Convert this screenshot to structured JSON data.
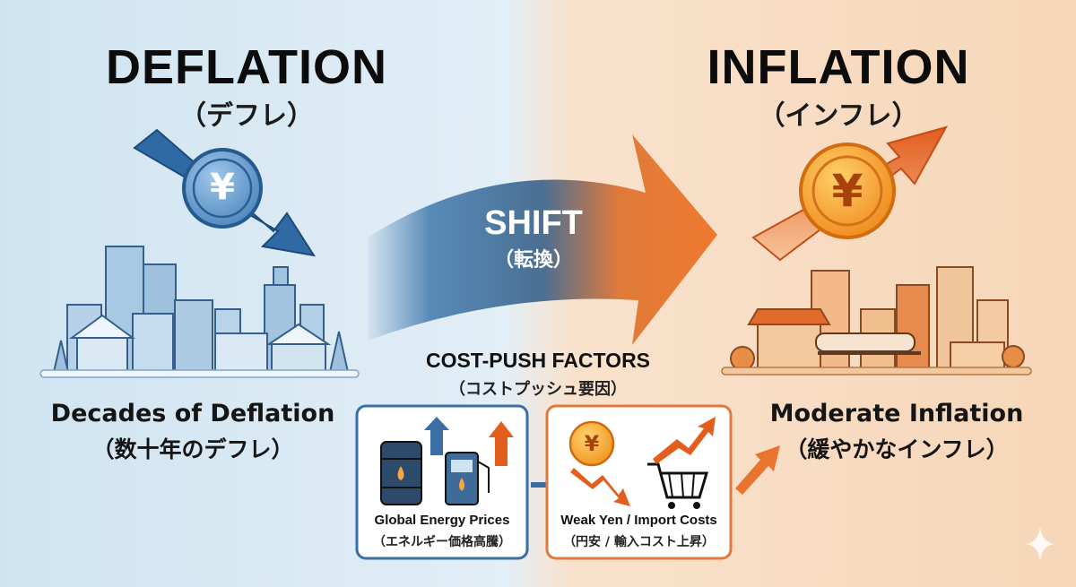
{
  "left": {
    "title": "DEFLATION",
    "subtitle": "（デフレ）",
    "caption": "Decades of Deflation",
    "caption_jp": "（数十年のデフレ）"
  },
  "right": {
    "title": "INFLATION",
    "subtitle": "（インフレ）",
    "caption": "Moderate Inflation",
    "caption_jp": "（緩やかなインフレ）"
  },
  "shift": {
    "label": "SHIFT",
    "label_jp": "（転換）"
  },
  "factors": {
    "title": "COST-PUSH FACTORS",
    "title_jp": "（コストプッシュ要因）",
    "boxes": [
      {
        "label": "Global Energy Prices",
        "label_jp": "（エネルギー価格高騰）"
      },
      {
        "label": "Weak Yen / Import Costs",
        "label_jp": "（円安 / 輸入コスト上昇）"
      }
    ]
  },
  "symbols": {
    "currency": "¥"
  },
  "colors": {
    "cool_bg": "#d5e8f3",
    "warm_bg": "#f8dcc2",
    "deflation_blue": "#2f6aa5",
    "inflation_orange": "#e8742e",
    "coin_gold": "#f5a32a"
  },
  "icons": [
    "arrow-down-icon",
    "yen-coin-icon",
    "arrow-up-icon",
    "oil-barrel-icon",
    "fuel-pump-icon",
    "shopping-cart-icon",
    "decline-arrow-icon",
    "sparkle-icon"
  ]
}
